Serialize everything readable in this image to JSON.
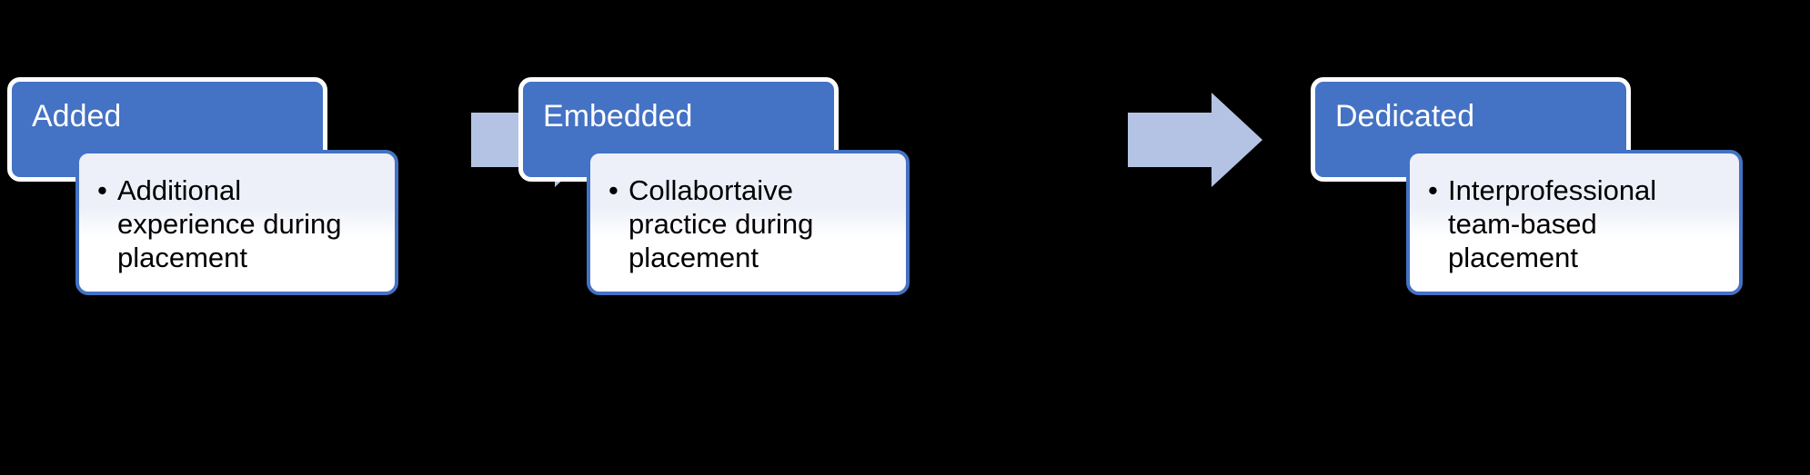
{
  "diagram": {
    "type": "process-flow",
    "background_color": "#000000",
    "accent_color": "#4472C4",
    "arrow_color": "#B4C3E3",
    "header_text_color": "#FFFFFF",
    "body_text_color": "#000000",
    "stages": [
      {
        "id": "added",
        "title": "Added",
        "bullets": [
          "Additional experience during placement"
        ]
      },
      {
        "id": "embedded",
        "title": "Embedded",
        "bullets": [
          "Collabortaive practice during placement"
        ]
      },
      {
        "id": "dedicated",
        "title": "Dedicated",
        "bullets": [
          "Interprofessional team-based placement"
        ]
      }
    ],
    "connectors": [
      {
        "id": "arrow-added-to-embedded",
        "icon": "right-block-arrow-icon"
      },
      {
        "id": "arrow-embedded-to-dedicated",
        "icon": "right-block-arrow-icon"
      }
    ]
  }
}
